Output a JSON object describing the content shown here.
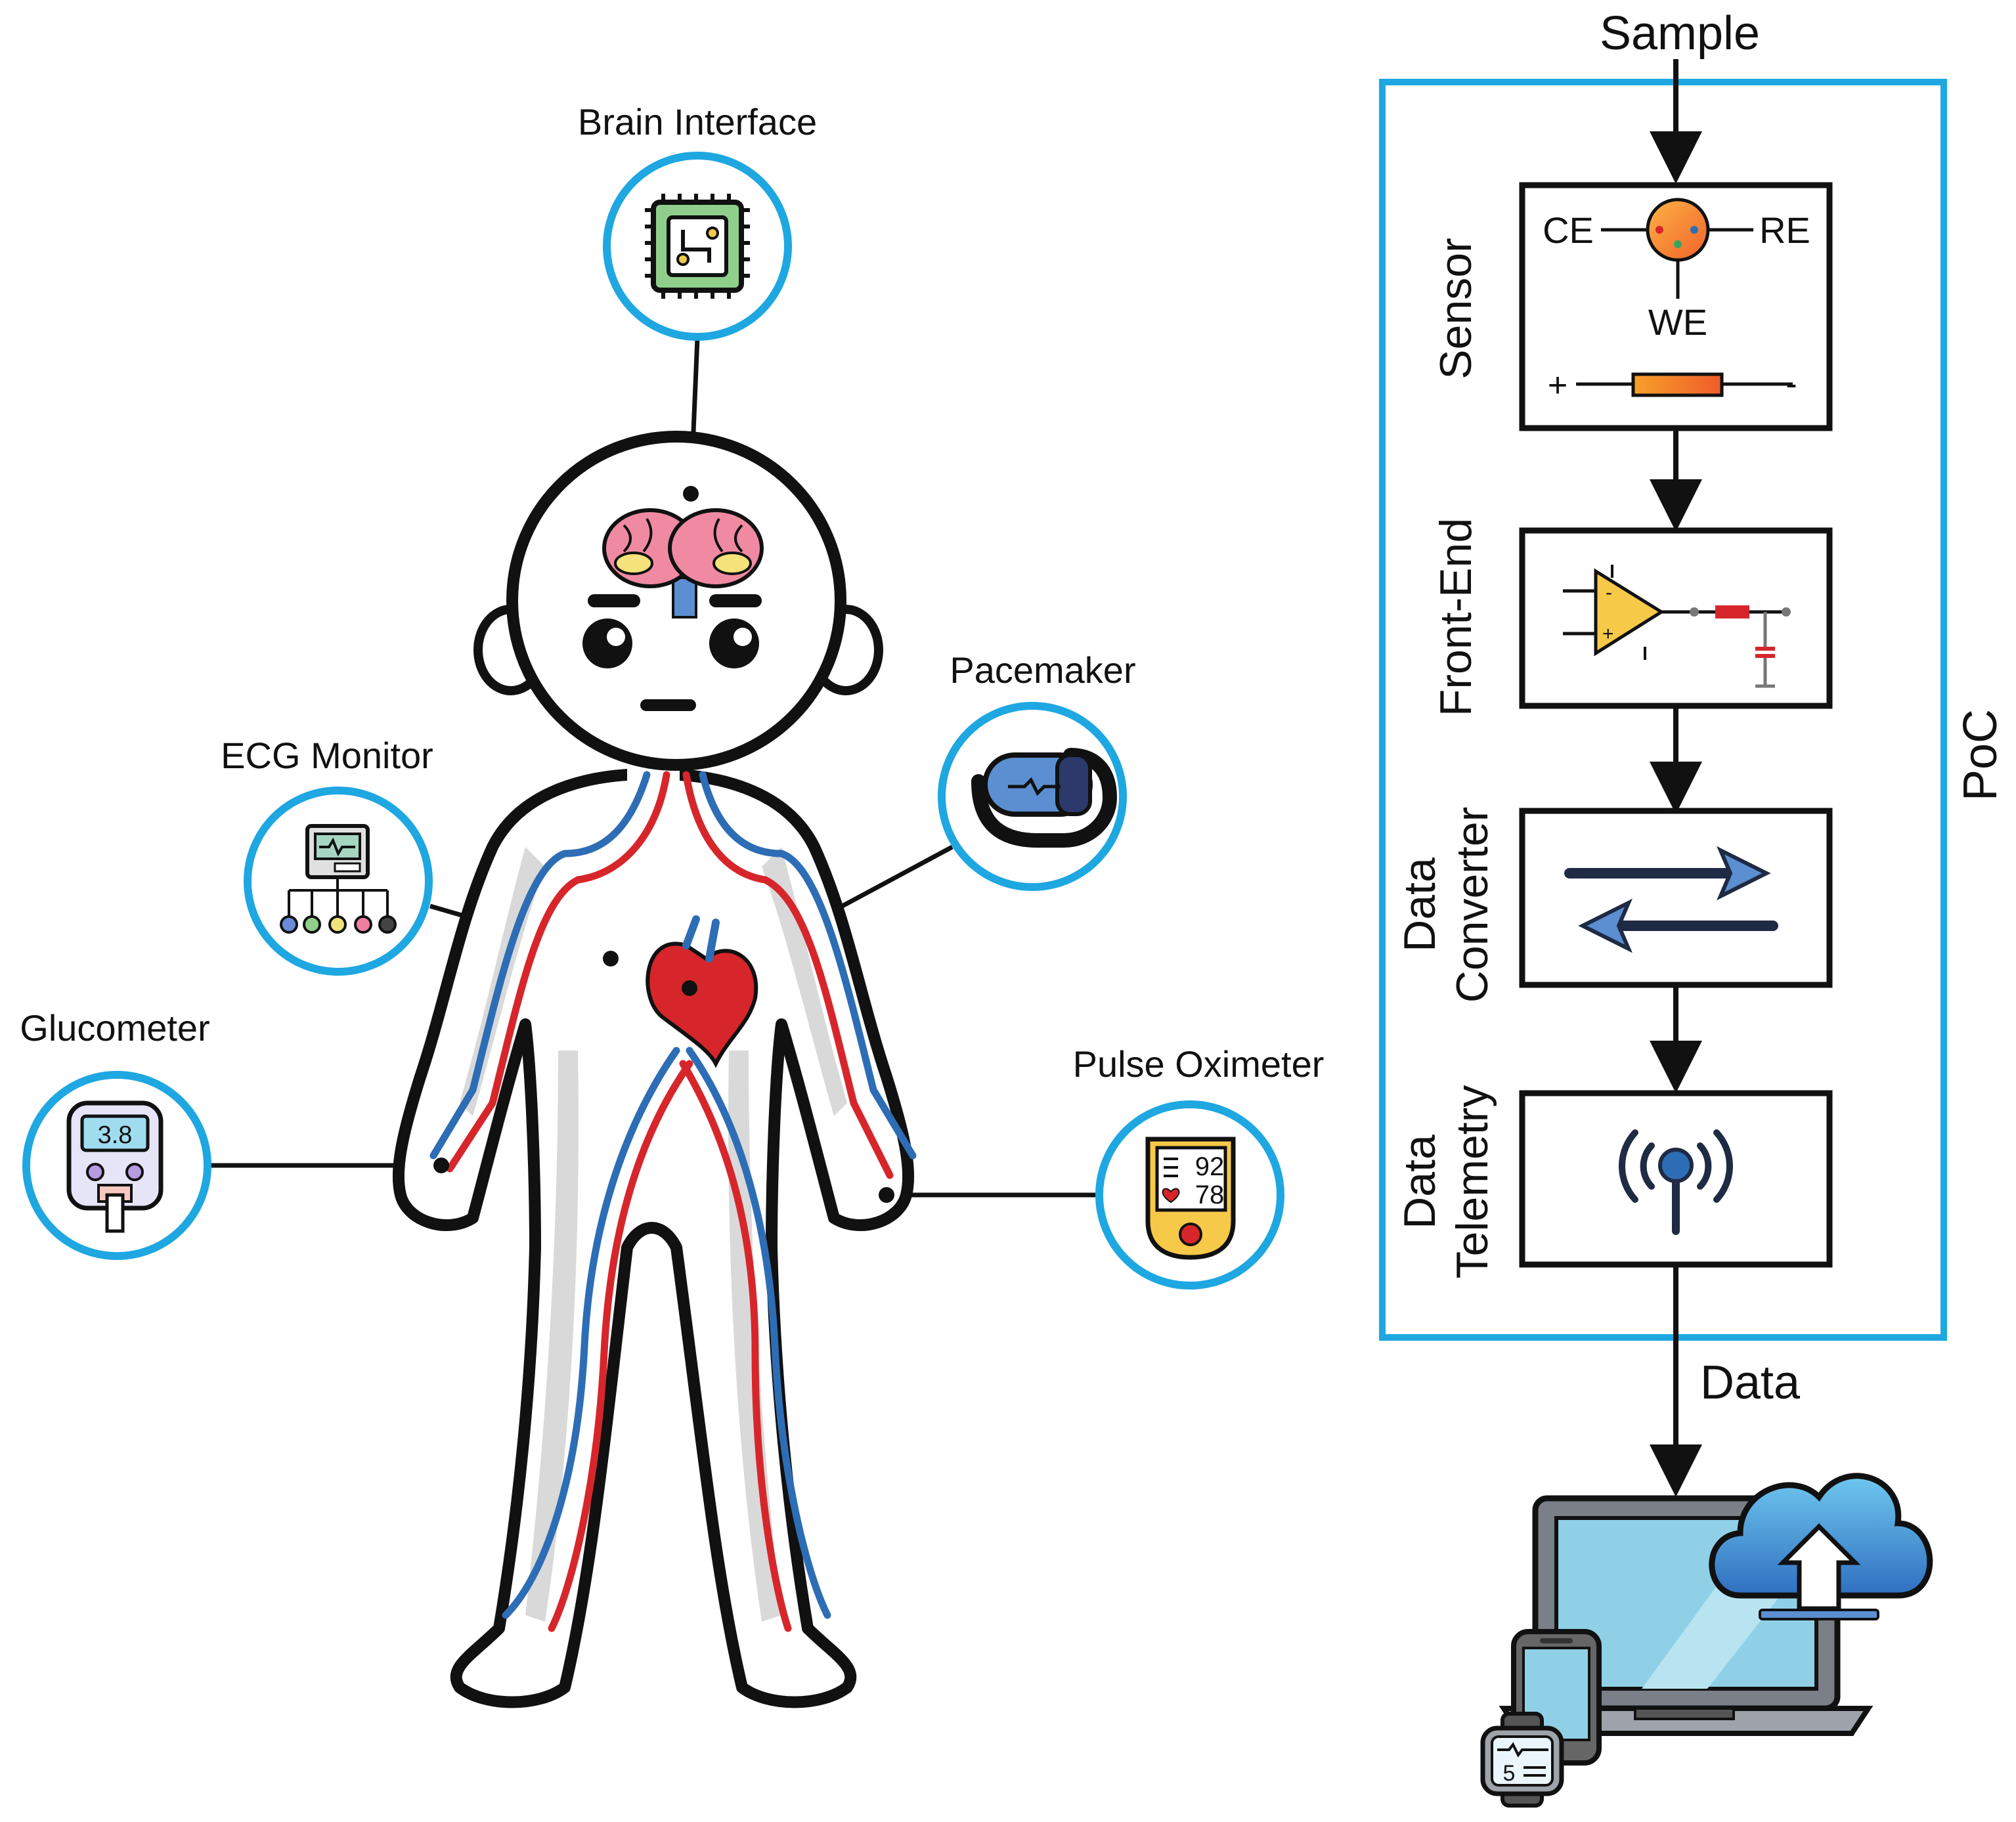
{
  "devices": {
    "brain_interface": "Brain Interface",
    "pacemaker": "Pacemaker",
    "ecg_monitor": "ECG Monitor",
    "glucometer": "Glucometer",
    "pulse_oximeter": "Pulse Oximeter"
  },
  "device_readouts": {
    "glucometer_value": "3.8",
    "spo2": "92",
    "pulse": "78",
    "watch_value": "5"
  },
  "pipeline": {
    "sample": "Sample",
    "poc": "PoC",
    "output": "Data",
    "blocks": {
      "sensor": "Sensor",
      "front_end": "Front-End",
      "converter_line1": "Data",
      "converter_line2": "Converter",
      "telemetry_line1": "Data",
      "telemetry_line2": "Telemetry"
    },
    "electrodes": {
      "ce": "CE",
      "re": "RE",
      "we": "WE"
    },
    "polarity": {
      "plus": "+",
      "minus": "-"
    }
  },
  "colors": {
    "accent": "#1ea7e1",
    "artery": "#d7262b",
    "vein": "#2d6db5",
    "outline": "#111111"
  }
}
